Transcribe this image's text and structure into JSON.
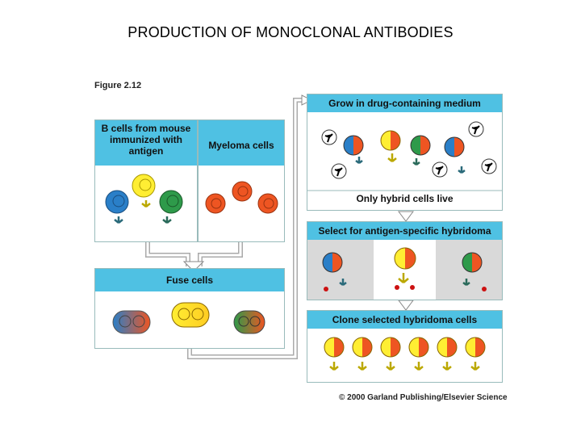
{
  "title": "PRODUCTION OF MONOCLONAL ANTIBODIES",
  "figure_label": "Figure 2.12",
  "panels": {
    "b_cells": "B cells from mouse immunized with antigen",
    "myeloma": "Myeloma cells",
    "fuse": "Fuse cells",
    "grow": "Grow in drug-containing medium",
    "only_hybrid": "Only hybrid cells live",
    "select": "Select for antigen-specific hybridoma",
    "clone": "Clone selected hybridoma cells"
  },
  "copyright": "© 2000 Garland Publishing/Elsevier Science",
  "colors": {
    "header": "#4fc1e3",
    "blue_cell": "#2a7fc8",
    "yellow_cell": "#ffee33",
    "green_cell": "#2e9a4a",
    "myeloma_cell": "#ee5522",
    "select_bg": "#d9d9d9"
  }
}
